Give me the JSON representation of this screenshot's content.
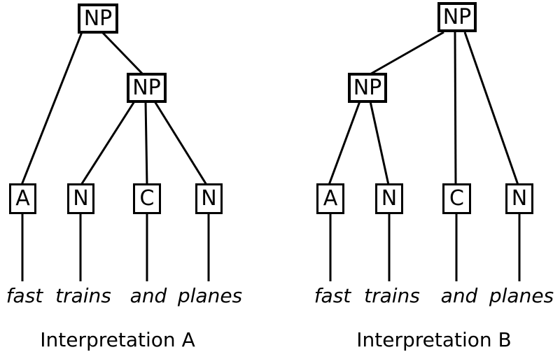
{
  "colors": {
    "ink": "#000000",
    "background": "#ffffff"
  },
  "trees": [
    {
      "caption": "Interpretation A",
      "root_label": "NP",
      "inner_label": "NP",
      "leaves": [
        {
          "tag": "A",
          "word": "fast"
        },
        {
          "tag": "N",
          "word": "trains"
        },
        {
          "tag": "C",
          "word": "and"
        },
        {
          "tag": "N",
          "word": "planes"
        }
      ]
    },
    {
      "caption": "Interpretation B",
      "root_label": "NP",
      "inner_label": "NP",
      "leaves": [
        {
          "tag": "A",
          "word": "fast"
        },
        {
          "tag": "N",
          "word": "trains"
        },
        {
          "tag": "C",
          "word": "and"
        },
        {
          "tag": "N",
          "word": "planes"
        }
      ]
    }
  ]
}
